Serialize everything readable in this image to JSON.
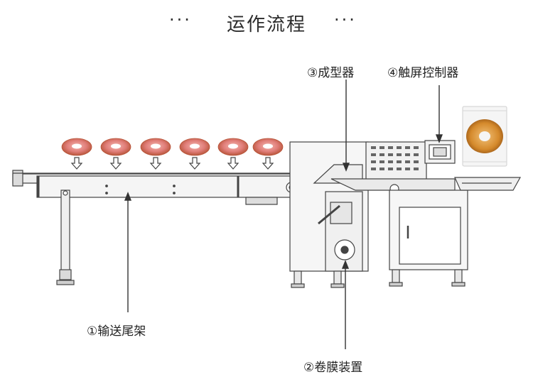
{
  "header": {
    "title": "运作流程",
    "dots_left": "···",
    "dots_right": "···"
  },
  "callouts": {
    "conveyor": "①输送尾架",
    "film": "②卷膜装置",
    "former": "③成型器",
    "touchscreen": "④触屏控制器"
  },
  "colors": {
    "line": "#444444",
    "machine_fill": "#f4f4f4",
    "donut_icing": "#e88a8a",
    "donut_base": "#c8732e"
  },
  "donut_count": 6
}
